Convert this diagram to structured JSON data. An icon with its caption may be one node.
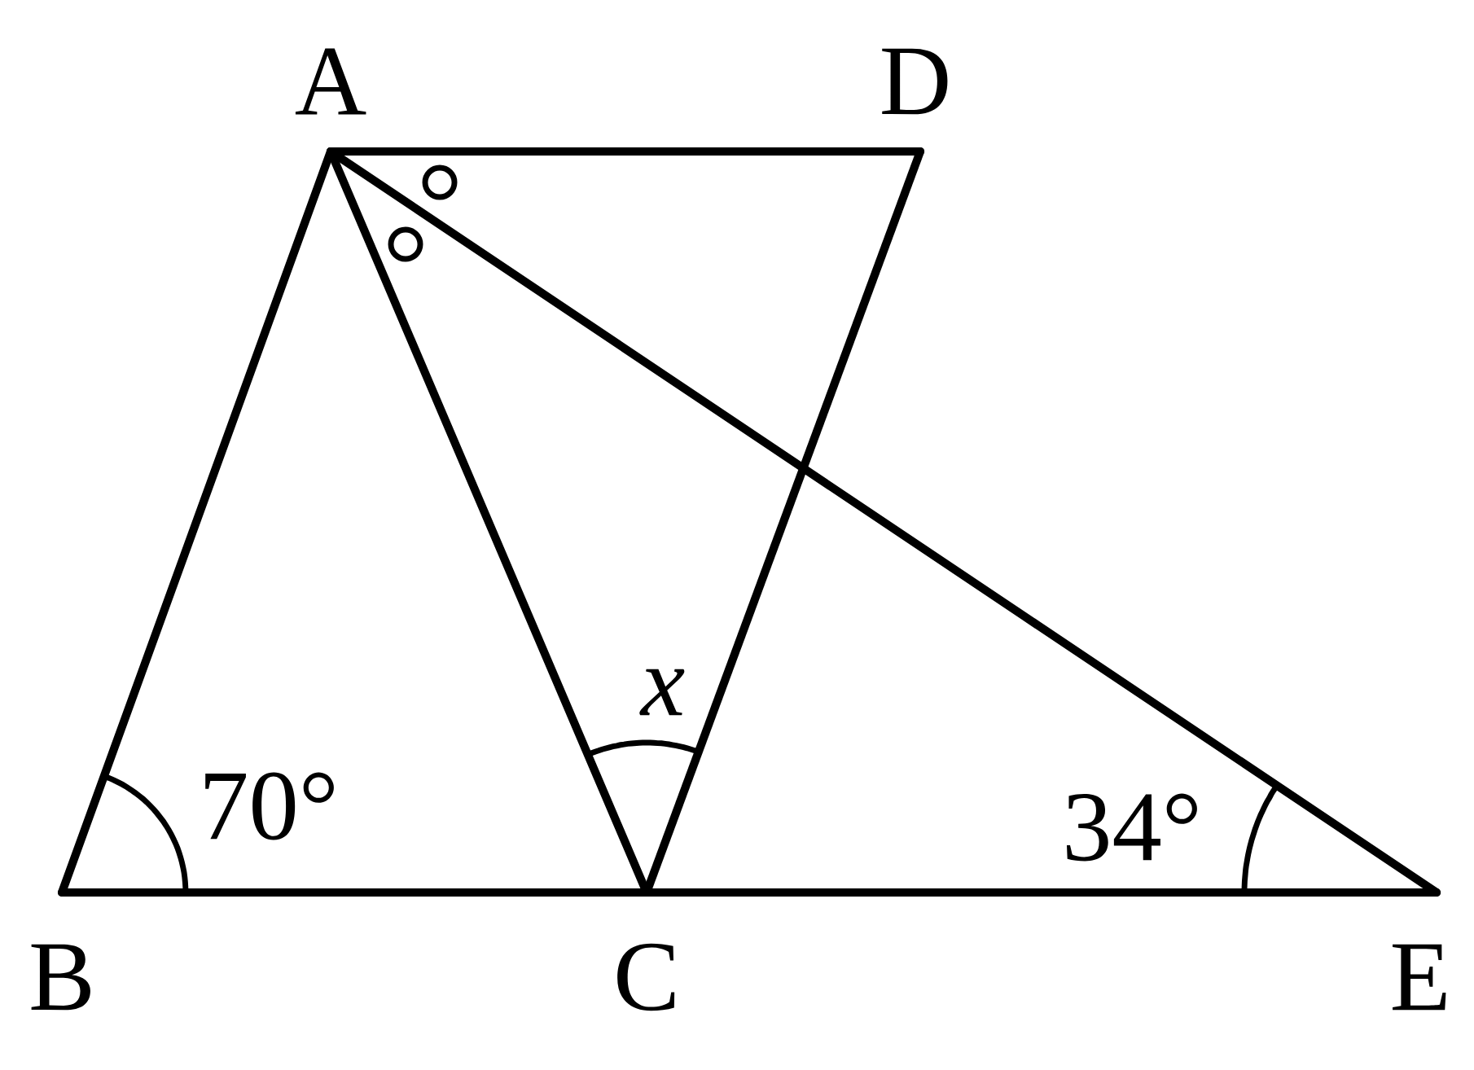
{
  "diagram": {
    "nodes": [
      {
        "text": [
          "A"
        ]
      },
      {
        "text": [
          "D"
        ]
      },
      {
        "text": [
          "B"
        ]
      },
      {
        "text": [
          "C"
        ]
      },
      {
        "text": [
          "E"
        ]
      }
    ],
    "edges": [
      {
        "from": 0,
        "to": 1,
        "arrow": "none"
      },
      {
        "from": 0,
        "to": 2,
        "arrow": "none"
      },
      {
        "from": 0,
        "to": 3,
        "arrow": "none"
      },
      {
        "from": 0,
        "to": 4,
        "arrow": "none"
      },
      {
        "from": 1,
        "to": 3,
        "arrow": "none"
      },
      {
        "from": 2,
        "to": 3,
        "arrow": "none"
      },
      {
        "from": 3,
        "to": 4,
        "arrow": "none"
      }
    ],
    "labels": [
      "70°",
      "x",
      "34°"
    ]
  }
}
